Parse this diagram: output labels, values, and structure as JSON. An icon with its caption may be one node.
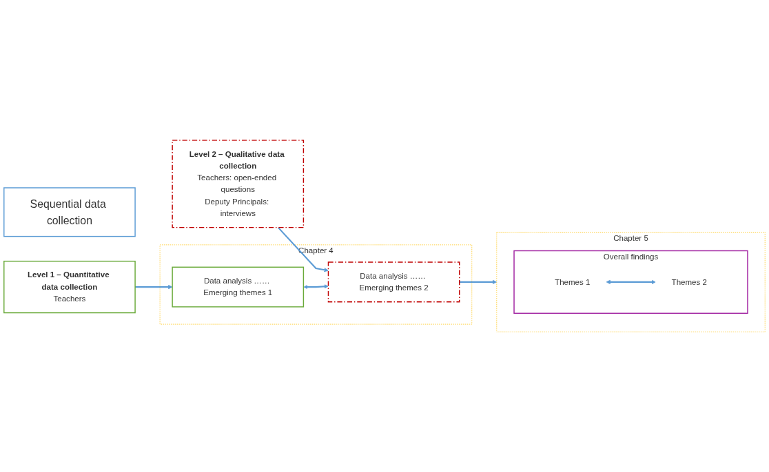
{
  "diagram": {
    "nodes": [
      {
        "text": [
          "Sequential data collection"
        ]
      },
      {
        "text": [
          "Level 1 – Quantitative data collection",
          "Teachers"
        ]
      },
      {
        "text": [
          "Level 2 – Qualitative data collection",
          "Teachers: open-ended questions",
          "Deputy Principals: interviews"
        ]
      },
      {
        "text": [
          "Chapter 4"
        ]
      },
      {
        "text": [
          "Data analysis …… Emerging themes 1"
        ],
        "in": 3
      },
      {
        "text": [
          "Data analysis …… Emerging themes 2"
        ],
        "in": 3
      },
      {
        "text": [
          "Chapter 5"
        ]
      },
      {
        "text": [
          "Overall findings"
        ],
        "in": 6
      },
      {
        "text": [
          "Themes 1"
        ],
        "in": 7
      },
      {
        "text": [
          "Themes 2"
        ],
        "in": 7
      }
    ],
    "edges": [
      {
        "from": 1,
        "to": 4,
        "arrow": "to"
      },
      {
        "from": 2,
        "to": 5,
        "arrow": "to"
      },
      {
        "from": 4,
        "to": 5,
        "arrow": "both"
      },
      {
        "from": 5,
        "to": 6,
        "arrow": "to"
      },
      {
        "from": 8,
        "to": 9,
        "arrow": "both"
      }
    ]
  }
}
